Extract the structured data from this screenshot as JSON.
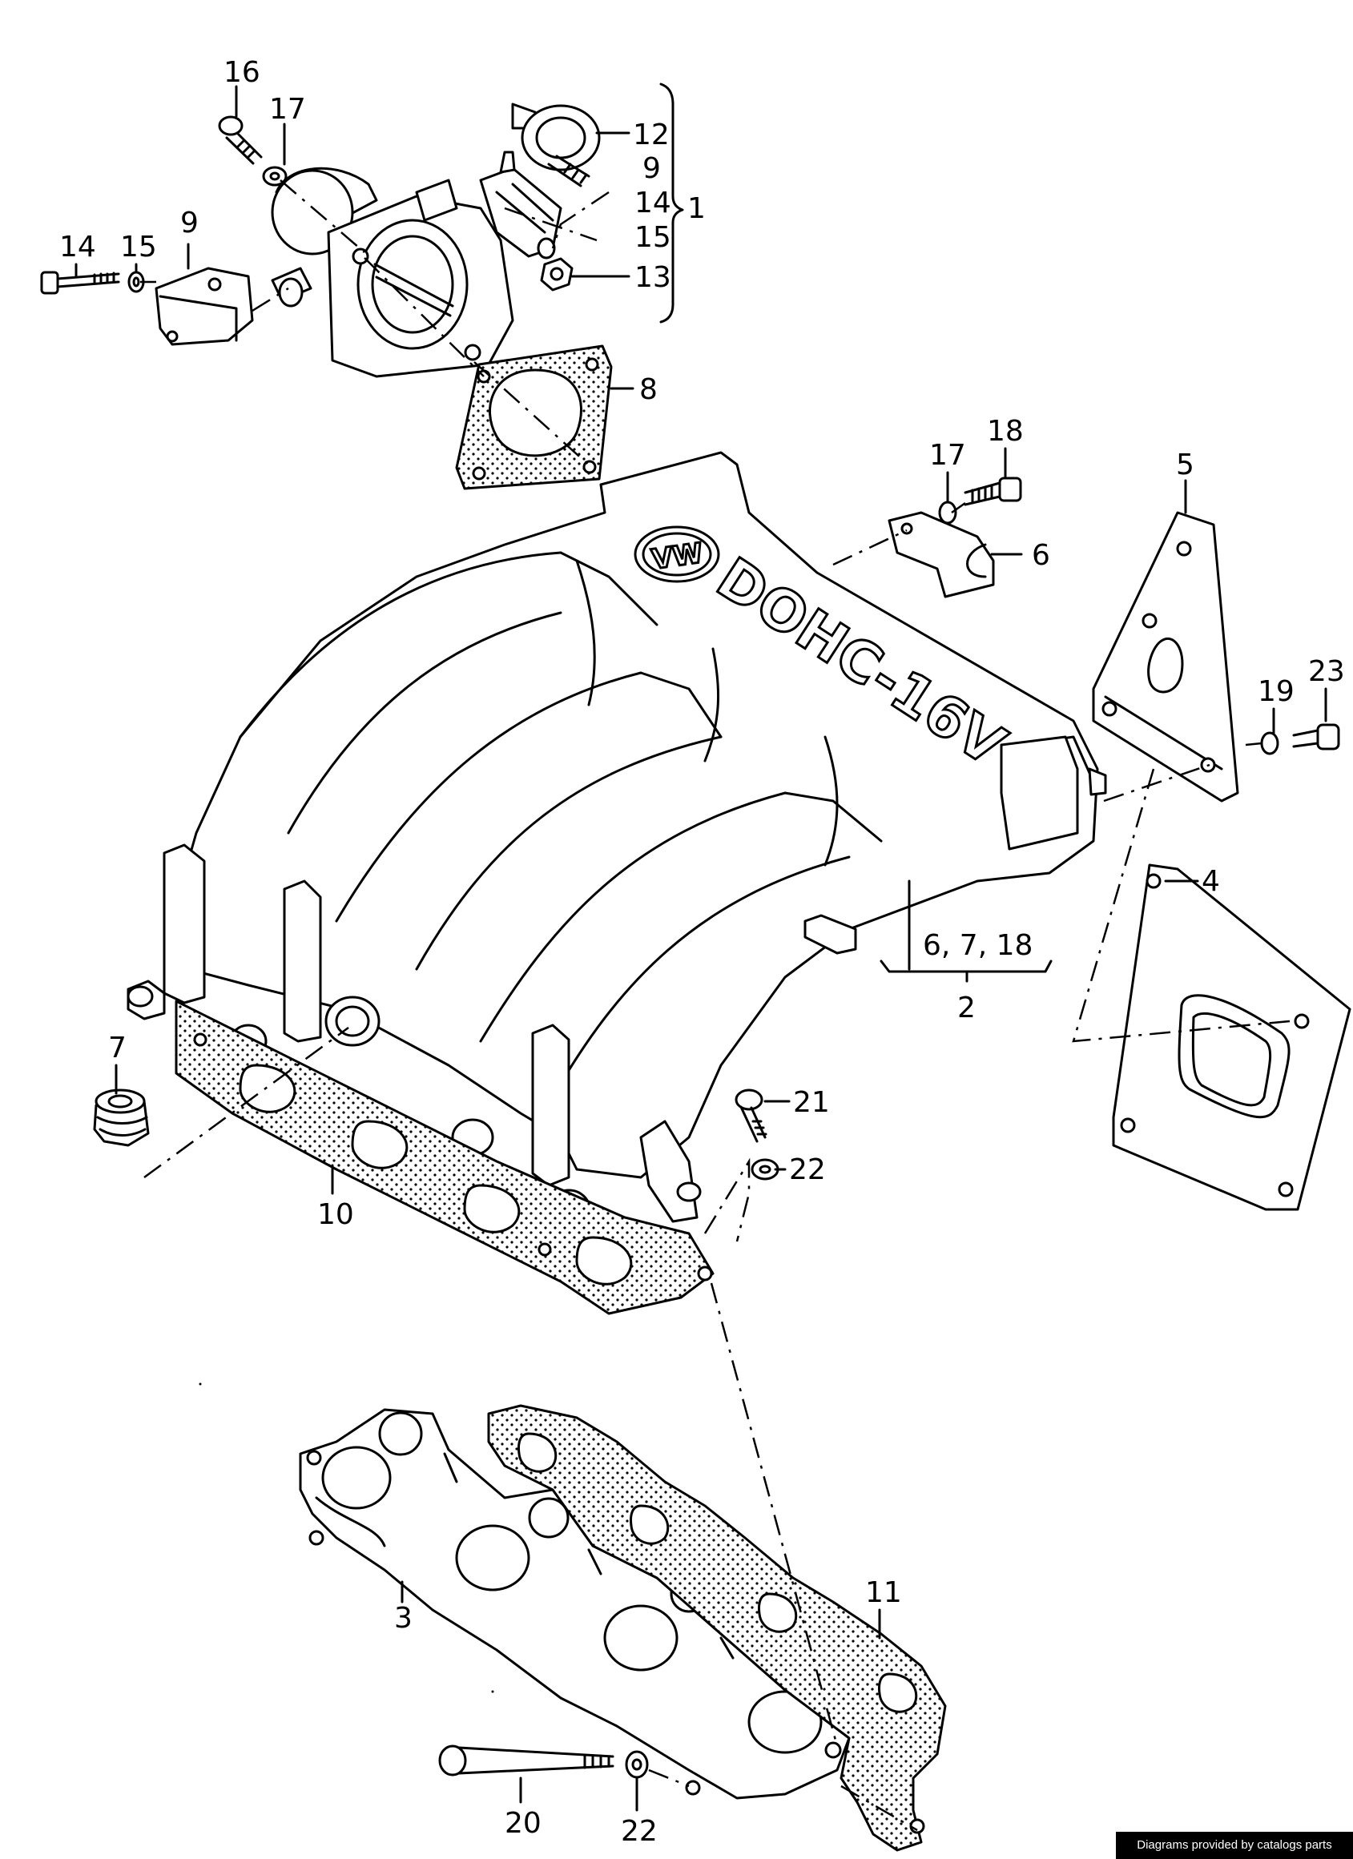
{
  "colors": {
    "line": "#000000",
    "background": "#ffffff",
    "credit_bg": "#000000",
    "credit_fg": "#ffffff"
  },
  "emboss": {
    "logo": "VW",
    "text": "DOHC-16V"
  },
  "labels": {
    "p16_top": "16",
    "p17_top": "17",
    "p12": "12",
    "p9_right": "9",
    "p14_right": "14",
    "p15_right": "15",
    "p13": "13",
    "p1": "1",
    "p14_left": "14",
    "p15_left": "15",
    "p9_left": "9",
    "p8": "8",
    "p17_mid": "17",
    "p18_mid": "18",
    "p6": "6",
    "p5": "5",
    "p19": "19",
    "p23": "23",
    "p4": "4",
    "p6_7_18": "6,  7,  18",
    "p2": "2",
    "p7": "7",
    "p21": "21",
    "p22_mid": "22",
    "p10": "10",
    "p11": "11",
    "p3": "3",
    "p20": "20",
    "p22_bottom": "22"
  },
  "credit": "Diagrams provided by catalogs parts"
}
